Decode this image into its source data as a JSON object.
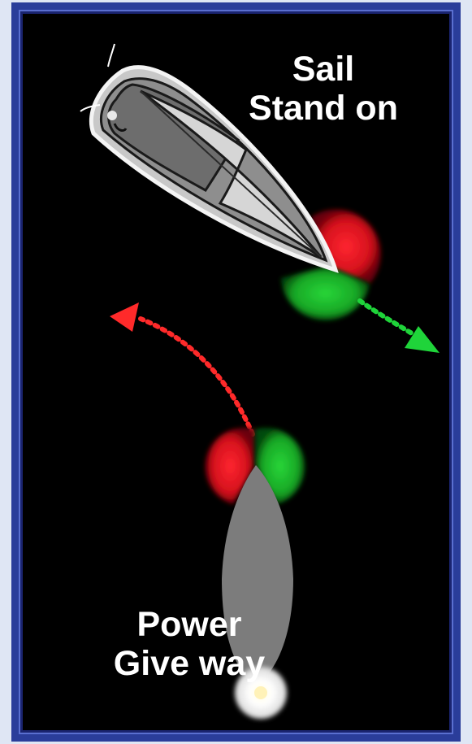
{
  "sail": {
    "line1": "Sail",
    "line2": "Stand on"
  },
  "power": {
    "line1": "Power",
    "line2": "Give way"
  },
  "colors": {
    "background": "#000000",
    "frame": "#2a3d9a",
    "port_light": "#e0141e",
    "starboard_light": "#1db82a",
    "hull_gray": "#7c7c7c",
    "sail_light": "#cfcfcf",
    "masthead_light": "#ffffff"
  },
  "icons": [
    "sailboat-icon",
    "powerboat-icon",
    "port-sidelight-icon",
    "starboard-sidelight-icon",
    "stern-light-icon",
    "arrow-icon"
  ]
}
